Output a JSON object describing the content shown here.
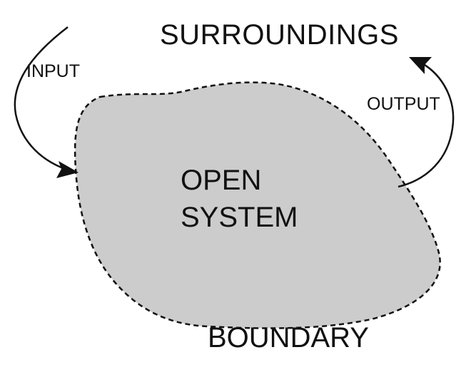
{
  "labels": {
    "surroundings": "SURROUNDINGS",
    "input": "INPUT",
    "output": "OUTPUT",
    "system_line1": "OPEN",
    "system_line2": "SYSTEM",
    "boundary": "BOUNDARY"
  },
  "colors": {
    "system_fill": "#cccccc",
    "boundary_stroke": "#111111",
    "arrow_stroke": "#111111",
    "text": "#111111",
    "background": "#ffffff"
  },
  "icons": {
    "input_arrowhead": "arrowhead-right",
    "output_arrowhead": "arrowhead-up-left"
  }
}
